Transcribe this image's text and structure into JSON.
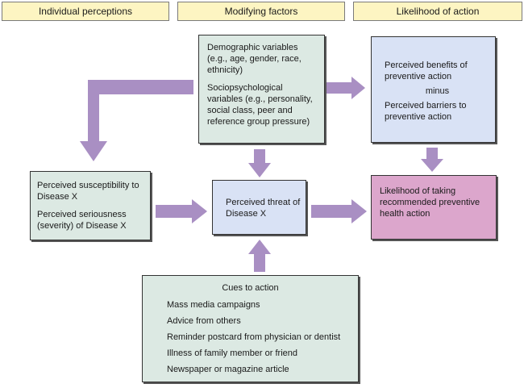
{
  "headers": {
    "individual": "Individual perceptions",
    "modifying": "Modifying factors",
    "likelihood": "Likelihood of action"
  },
  "boxes": {
    "demographic": {
      "line1": "Demographic variables (e.g., age, gender, race, ethnicity)",
      "line2": "Sociopsychological variables (e.g., personality, social class, peer and reference group pressure)"
    },
    "benefits": {
      "line1": "Perceived benefits of preventive action",
      "minus": "minus",
      "line2": "Perceived barriers to preventive action"
    },
    "susceptibility": {
      "line1": "Perceived susceptibility to Disease X",
      "line2": "Perceived seriousness (severity) of Disease X"
    },
    "threat": {
      "text": "Perceived threat of Disease X"
    },
    "likelihood": {
      "text": "Likelihood of taking recommended preventive health action"
    },
    "cues": {
      "title": "Cues to action",
      "items": [
        "Mass media campaigns",
        "Advice from others",
        "Reminder postcard from physician or dentist",
        "Illness of family member or friend",
        "Newspaper or magazine article"
      ]
    }
  },
  "colors": {
    "header_fill": "#fdf5c2",
    "green_box": "#dce9e3",
    "blue_box": "#d9e2f5",
    "pink_box": "#dca6cc",
    "arrow": "#a98fc3"
  }
}
